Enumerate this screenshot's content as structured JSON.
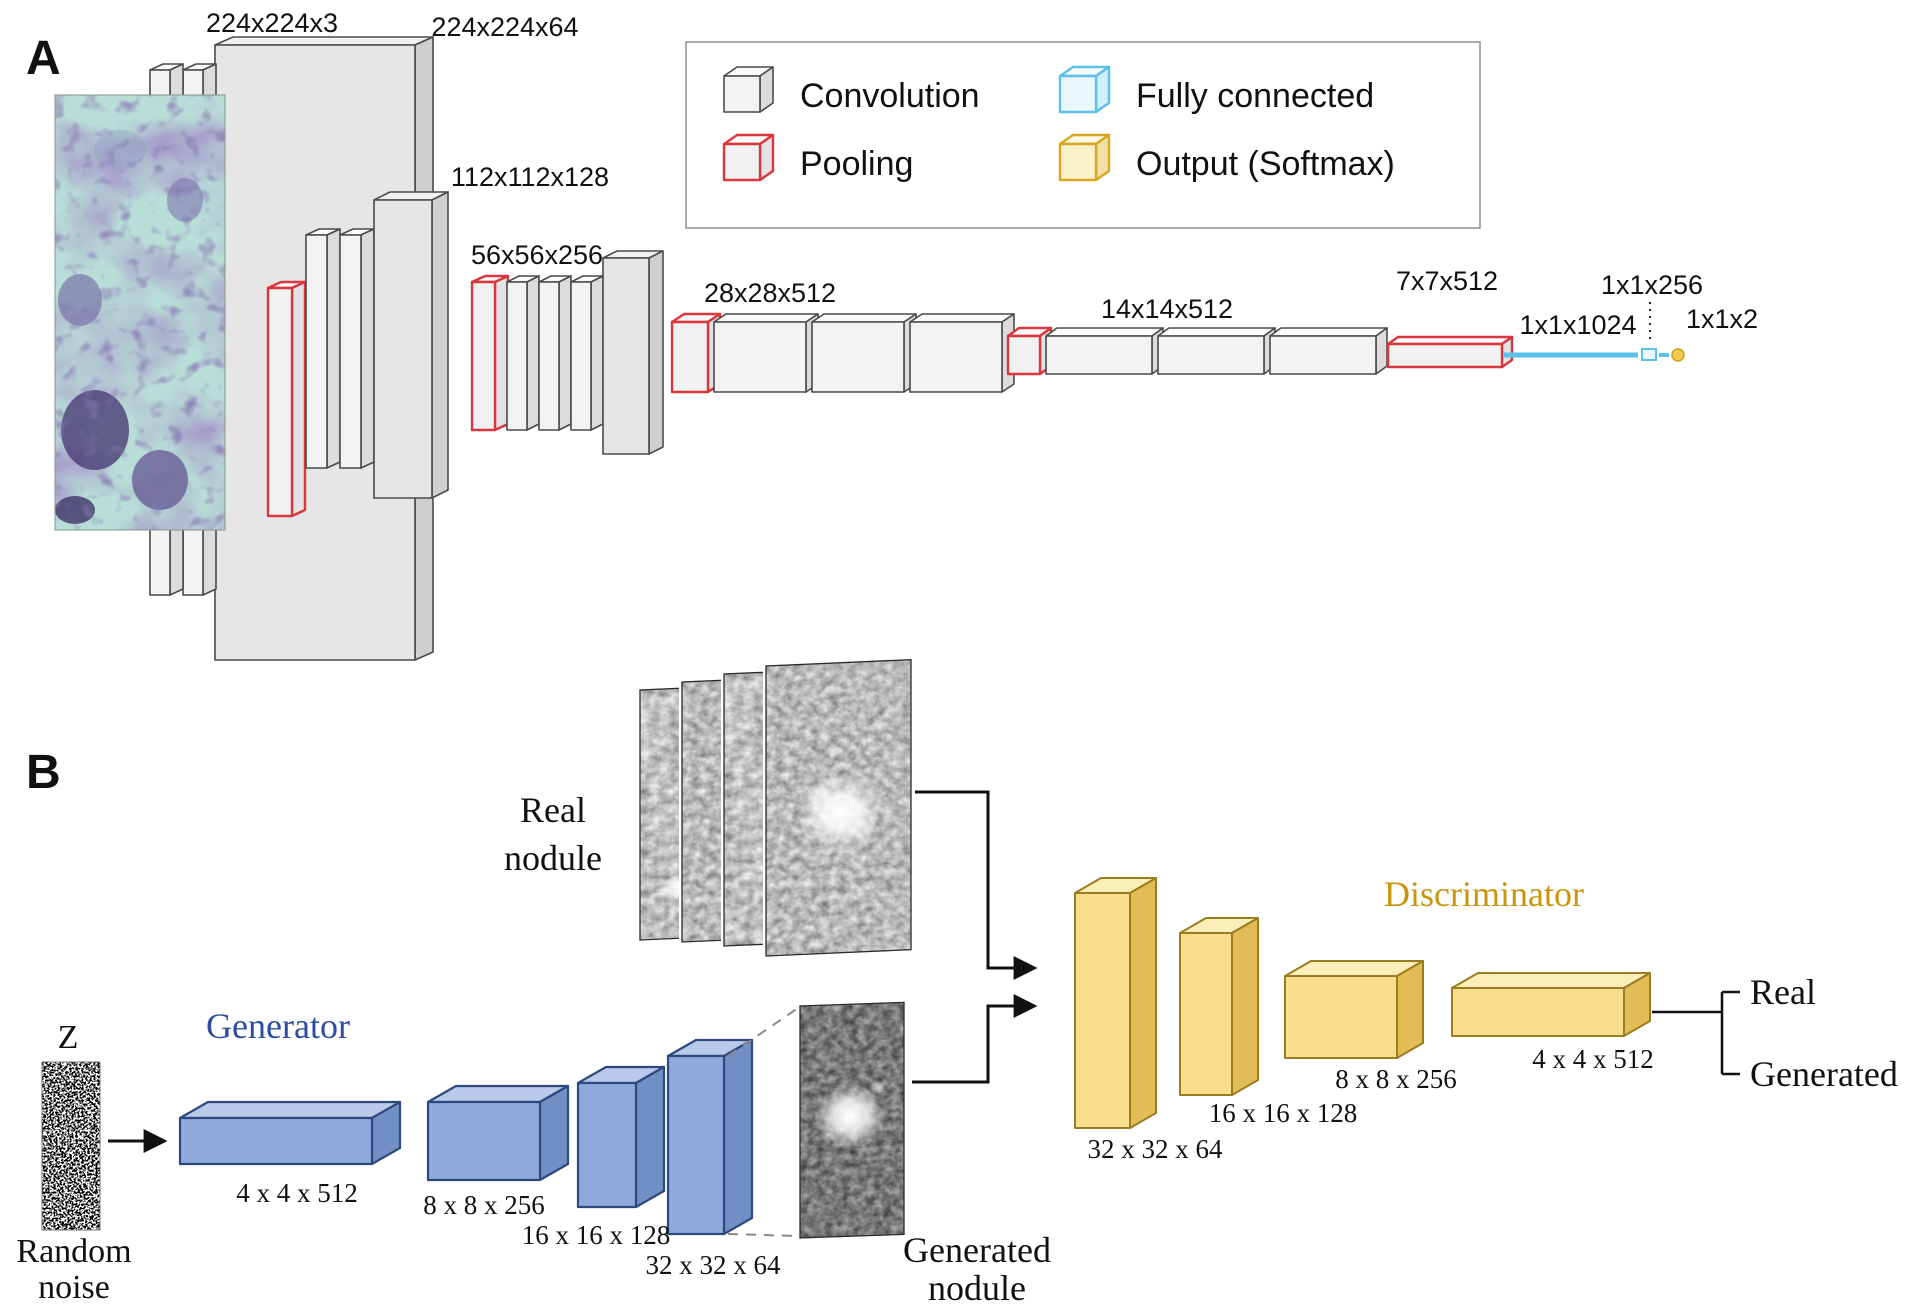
{
  "colors": {
    "convolution_gray": "#e6e6e6",
    "pooling_red": "#d9363e",
    "fully_connected_blue": "#5bc0ea",
    "output_gold": "#d9a621",
    "generator_blue": "#8ea9db",
    "generator_title_blue": "#2e4d9e",
    "discriminator_gold": "#f7df8e",
    "discriminator_title_gold": "#c8960c"
  },
  "panel_a": {
    "label": "A",
    "dims": [
      "224x224x3",
      "224x224x64",
      "112x112x128",
      "56x56x256",
      "28x28x512",
      "14x14x512",
      "7x7x512",
      "1x1x1024",
      "1x1x256",
      "1x1x2"
    ],
    "legend": {
      "convolution": "Convolution",
      "pooling": "Pooling",
      "fully_connected": "Fully connected",
      "output_softmax": "Output (Softmax)"
    }
  },
  "panel_b": {
    "label": "B",
    "real_nodule_line1": "Real",
    "real_nodule_line2": "nodule",
    "z_label": "Z",
    "random_noise_line1": "Random",
    "random_noise_line2": "noise",
    "generator_title": "Generator",
    "generator_layers": [
      "4 x 4 x 512",
      "8 x 8 x 256",
      "16 x 16 x 128",
      "32 x 32 x 64"
    ],
    "generated_nodule_line1": "Generated",
    "generated_nodule_line2": "nodule",
    "discriminator_title": "Discriminator",
    "discriminator_layers": [
      "32 x 32 x 64",
      "16 x 16 x 128",
      "8 x 8 x 256",
      "4 x 4 x 512"
    ],
    "output_real": "Real",
    "output_generated": "Generated"
  }
}
